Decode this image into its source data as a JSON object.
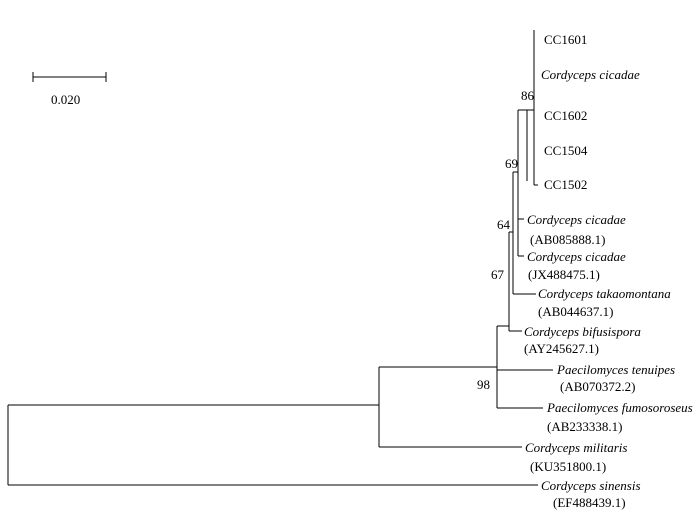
{
  "scale_bar": {
    "label": "0.020"
  },
  "bootstrap": {
    "n86": "86",
    "n69": "69",
    "n64": "64",
    "n67": "67",
    "n98": "98"
  },
  "taxa": {
    "cc1601": "CC1601",
    "cicadae_clade": "Cordyceps cicadae",
    "cc1602": "CC1602",
    "cc1504": "CC1504",
    "cc1502": "CC1502",
    "cicadae_ab": {
      "name": "Cordyceps cicadae",
      "accession": "(AB085888.1)"
    },
    "cicadae_jx": {
      "name": "Cordyceps cicadae",
      "accession": "(JX488475.1)"
    },
    "takaomontana": {
      "name": "Cordyceps takaomontana",
      "accession": "(AB044637.1)"
    },
    "bifusispora": {
      "name": "Cordyceps bifusispora",
      "accession": "(AY245627.1)"
    },
    "tenuipes": {
      "name": "Paecilomyces tenuipes",
      "accession": "(AB070372.2)"
    },
    "fumosoroseus": {
      "name": "Paecilomyces fumosoroseus",
      "accession": "(AB233338.1)"
    },
    "militaris": {
      "name": "Cordyceps militaris",
      "accession": "(KU351800.1)"
    },
    "sinensis": {
      "name": "Cordyceps sinensis",
      "accession": "(EF488439.1)"
    }
  }
}
